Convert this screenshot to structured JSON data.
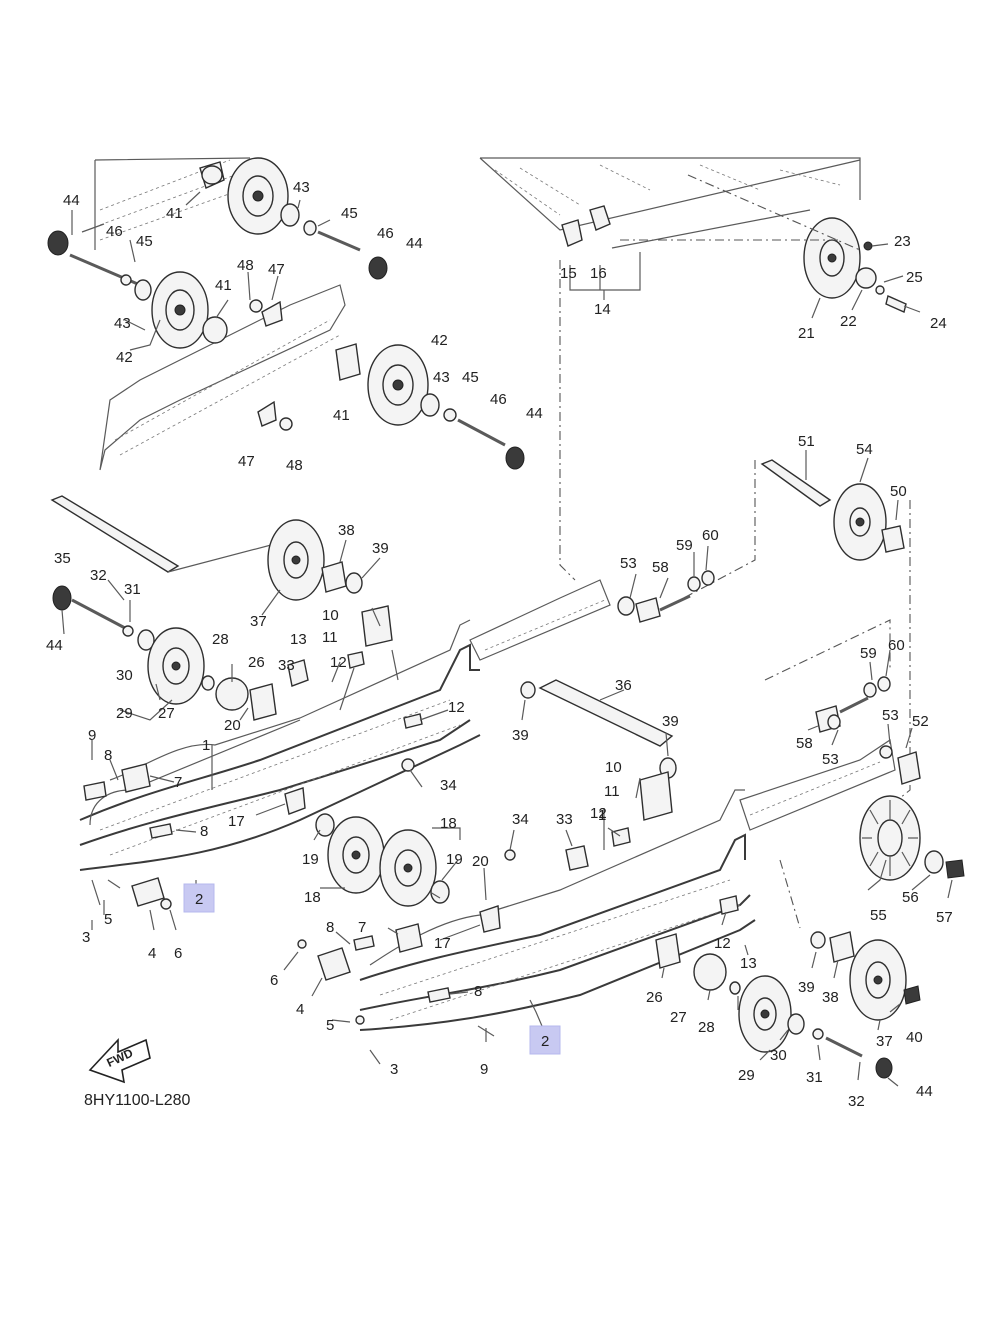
{
  "diagram": {
    "code": "8HY1100-L280",
    "fwd_label": "FWD",
    "highlight_color": "#c8c9f2",
    "callouts": {
      "c44a": "44",
      "c41a": "41",
      "c43a": "43",
      "c45a": "45",
      "c46a": "46",
      "c44b": "44",
      "c46b": "46",
      "c45b": "45",
      "c48a": "48",
      "c47a": "47",
      "c41b": "41",
      "c43b": "43",
      "c42a": "42",
      "c42b": "42",
      "c43c": "43",
      "c45c": "45",
      "c46c": "46",
      "c44c": "44",
      "c41c": "41",
      "c47b": "47",
      "c48b": "48",
      "c15": "15",
      "c16": "16",
      "c14": "14",
      "c23": "23",
      "c25": "25",
      "c24": "24",
      "c21": "21",
      "c22": "22",
      "c51": "51",
      "c54": "54",
      "c50": "50",
      "c53a": "53",
      "c58a": "58",
      "c59a": "59",
      "c60a": "60",
      "c35": "35",
      "c38a": "38",
      "c39a": "39",
      "c37a": "37",
      "c32a": "32",
      "c31a": "31",
      "c44d": "44",
      "c10a": "10",
      "c11a": "11",
      "c13a": "13",
      "c12a": "12",
      "c33a": "33",
      "c26a": "26",
      "c28a": "28",
      "c30a": "30",
      "c29a": "29",
      "c27a": "27",
      "c20a": "20",
      "c12b": "12",
      "c1": "1",
      "c9a": "9",
      "c8a": "8",
      "c7a": "7",
      "c8b": "8",
      "c17a": "17",
      "c34a": "34",
      "c2a": "2",
      "c5a": "5",
      "c3a": "3",
      "c4a": "4",
      "c6a": "6",
      "c19a": "19",
      "c18a": "18",
      "c18b": "18",
      "c19b": "19",
      "c20b": "20",
      "c17b": "17",
      "c36": "36",
      "c39b": "39",
      "c39c": "39",
      "c10b": "10",
      "c11b": "11",
      "c59b": "59",
      "c60b": "60",
      "c58b": "58",
      "c53b": "53",
      "c53c": "53",
      "c52": "52",
      "c33b": "33",
      "c34b": "34",
      "c12c": "12",
      "c1b": "1",
      "c8c": "8",
      "c7b": "7",
      "c6b": "6",
      "c4b": "4",
      "c5b": "5",
      "c3b": "3",
      "c8d": "8",
      "c9b": "9",
      "c2b": "2",
      "c12d": "12",
      "c13b": "13",
      "c26b": "26",
      "c27b": "27",
      "c28b": "28",
      "c39d": "39",
      "c38b": "38",
      "c30b": "30",
      "c29b": "29",
      "c31b": "31",
      "c32b": "32",
      "c44e": "44",
      "c37b": "37",
      "c40": "40",
      "c55": "55",
      "c56": "56",
      "c57": "57"
    }
  }
}
